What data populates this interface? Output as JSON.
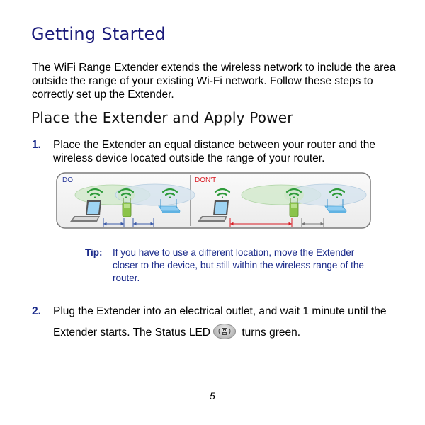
{
  "page": {
    "title": "Getting Started",
    "intro": "The WiFi Range Extender extends the wireless network to include the area outside the range of your existing Wi-Fi network. Follow these steps to correctly set up the Extender.",
    "section_title": "Place the Extender and Apply Power",
    "steps": [
      {
        "number": "1.",
        "text": "Place the Extender an equal distance between your router and the wireless device located outside the range of your router."
      },
      {
        "number": "2.",
        "text_before_icon": "Plug the Extender into an electrical outlet, and wait 1 minute until the Extender starts. The Status LED",
        "icon": "status-led-icon",
        "text_after_icon": "turns green."
      }
    ],
    "figure": {
      "do_label": "DO",
      "dont_label": "DON'T",
      "colors": {
        "do_label": "#2a3a9a",
        "dont_label": "#d81c24",
        "wifi_green": "#2e9b3a",
        "range_green": "#cfe7c8",
        "range_blue": "#cfe0ee",
        "router_blue": "#7fc3ef",
        "extender_green": "#8bc34a",
        "arrow_blue": "#3a5aa8",
        "arrow_red": "#d81c24",
        "arrow_gray": "#777777"
      }
    },
    "tip": {
      "label": "Tip:",
      "text": "If you have to use a different location, move the Extender closer to the device, but still within the wireless range of the router."
    },
    "page_number": "5"
  }
}
